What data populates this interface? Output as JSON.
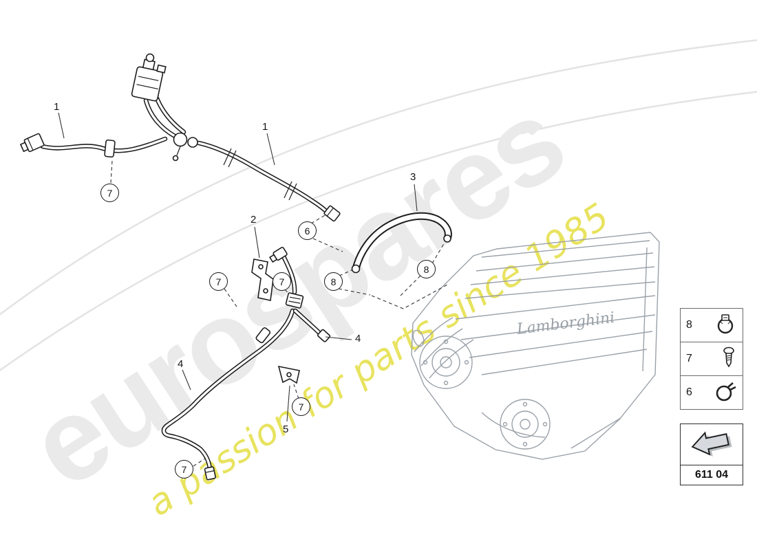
{
  "watermark": {
    "brand": "eurospares",
    "tagline": "a passion for parts since 1985",
    "brand_color": "#eaeaea",
    "tagline_color": "#e6e14e"
  },
  "engine": {
    "badge_script": "Lamborghini"
  },
  "callouts": {
    "plain": [
      {
        "label": "1"
      },
      {
        "label": "1"
      },
      {
        "label": "2"
      },
      {
        "label": "3"
      },
      {
        "label": "4"
      },
      {
        "label": "4"
      },
      {
        "label": "5"
      }
    ],
    "circled": [
      {
        "label": "7"
      },
      {
        "label": "6"
      },
      {
        "label": "7"
      },
      {
        "label": "7"
      },
      {
        "label": "8"
      },
      {
        "label": "8"
      },
      {
        "label": "7"
      },
      {
        "label": "7"
      }
    ]
  },
  "legend": {
    "items": [
      {
        "label": "8",
        "icon": "hose-clamp-icon"
      },
      {
        "label": "7",
        "icon": "screw-icon"
      },
      {
        "label": "6",
        "icon": "spring-clamp-icon"
      }
    ]
  },
  "part_reference": {
    "code": "611 04"
  },
  "line_colors": {
    "hose": "#1d1d1d",
    "engine": "#9aa1a8",
    "leader": "#333333"
  }
}
